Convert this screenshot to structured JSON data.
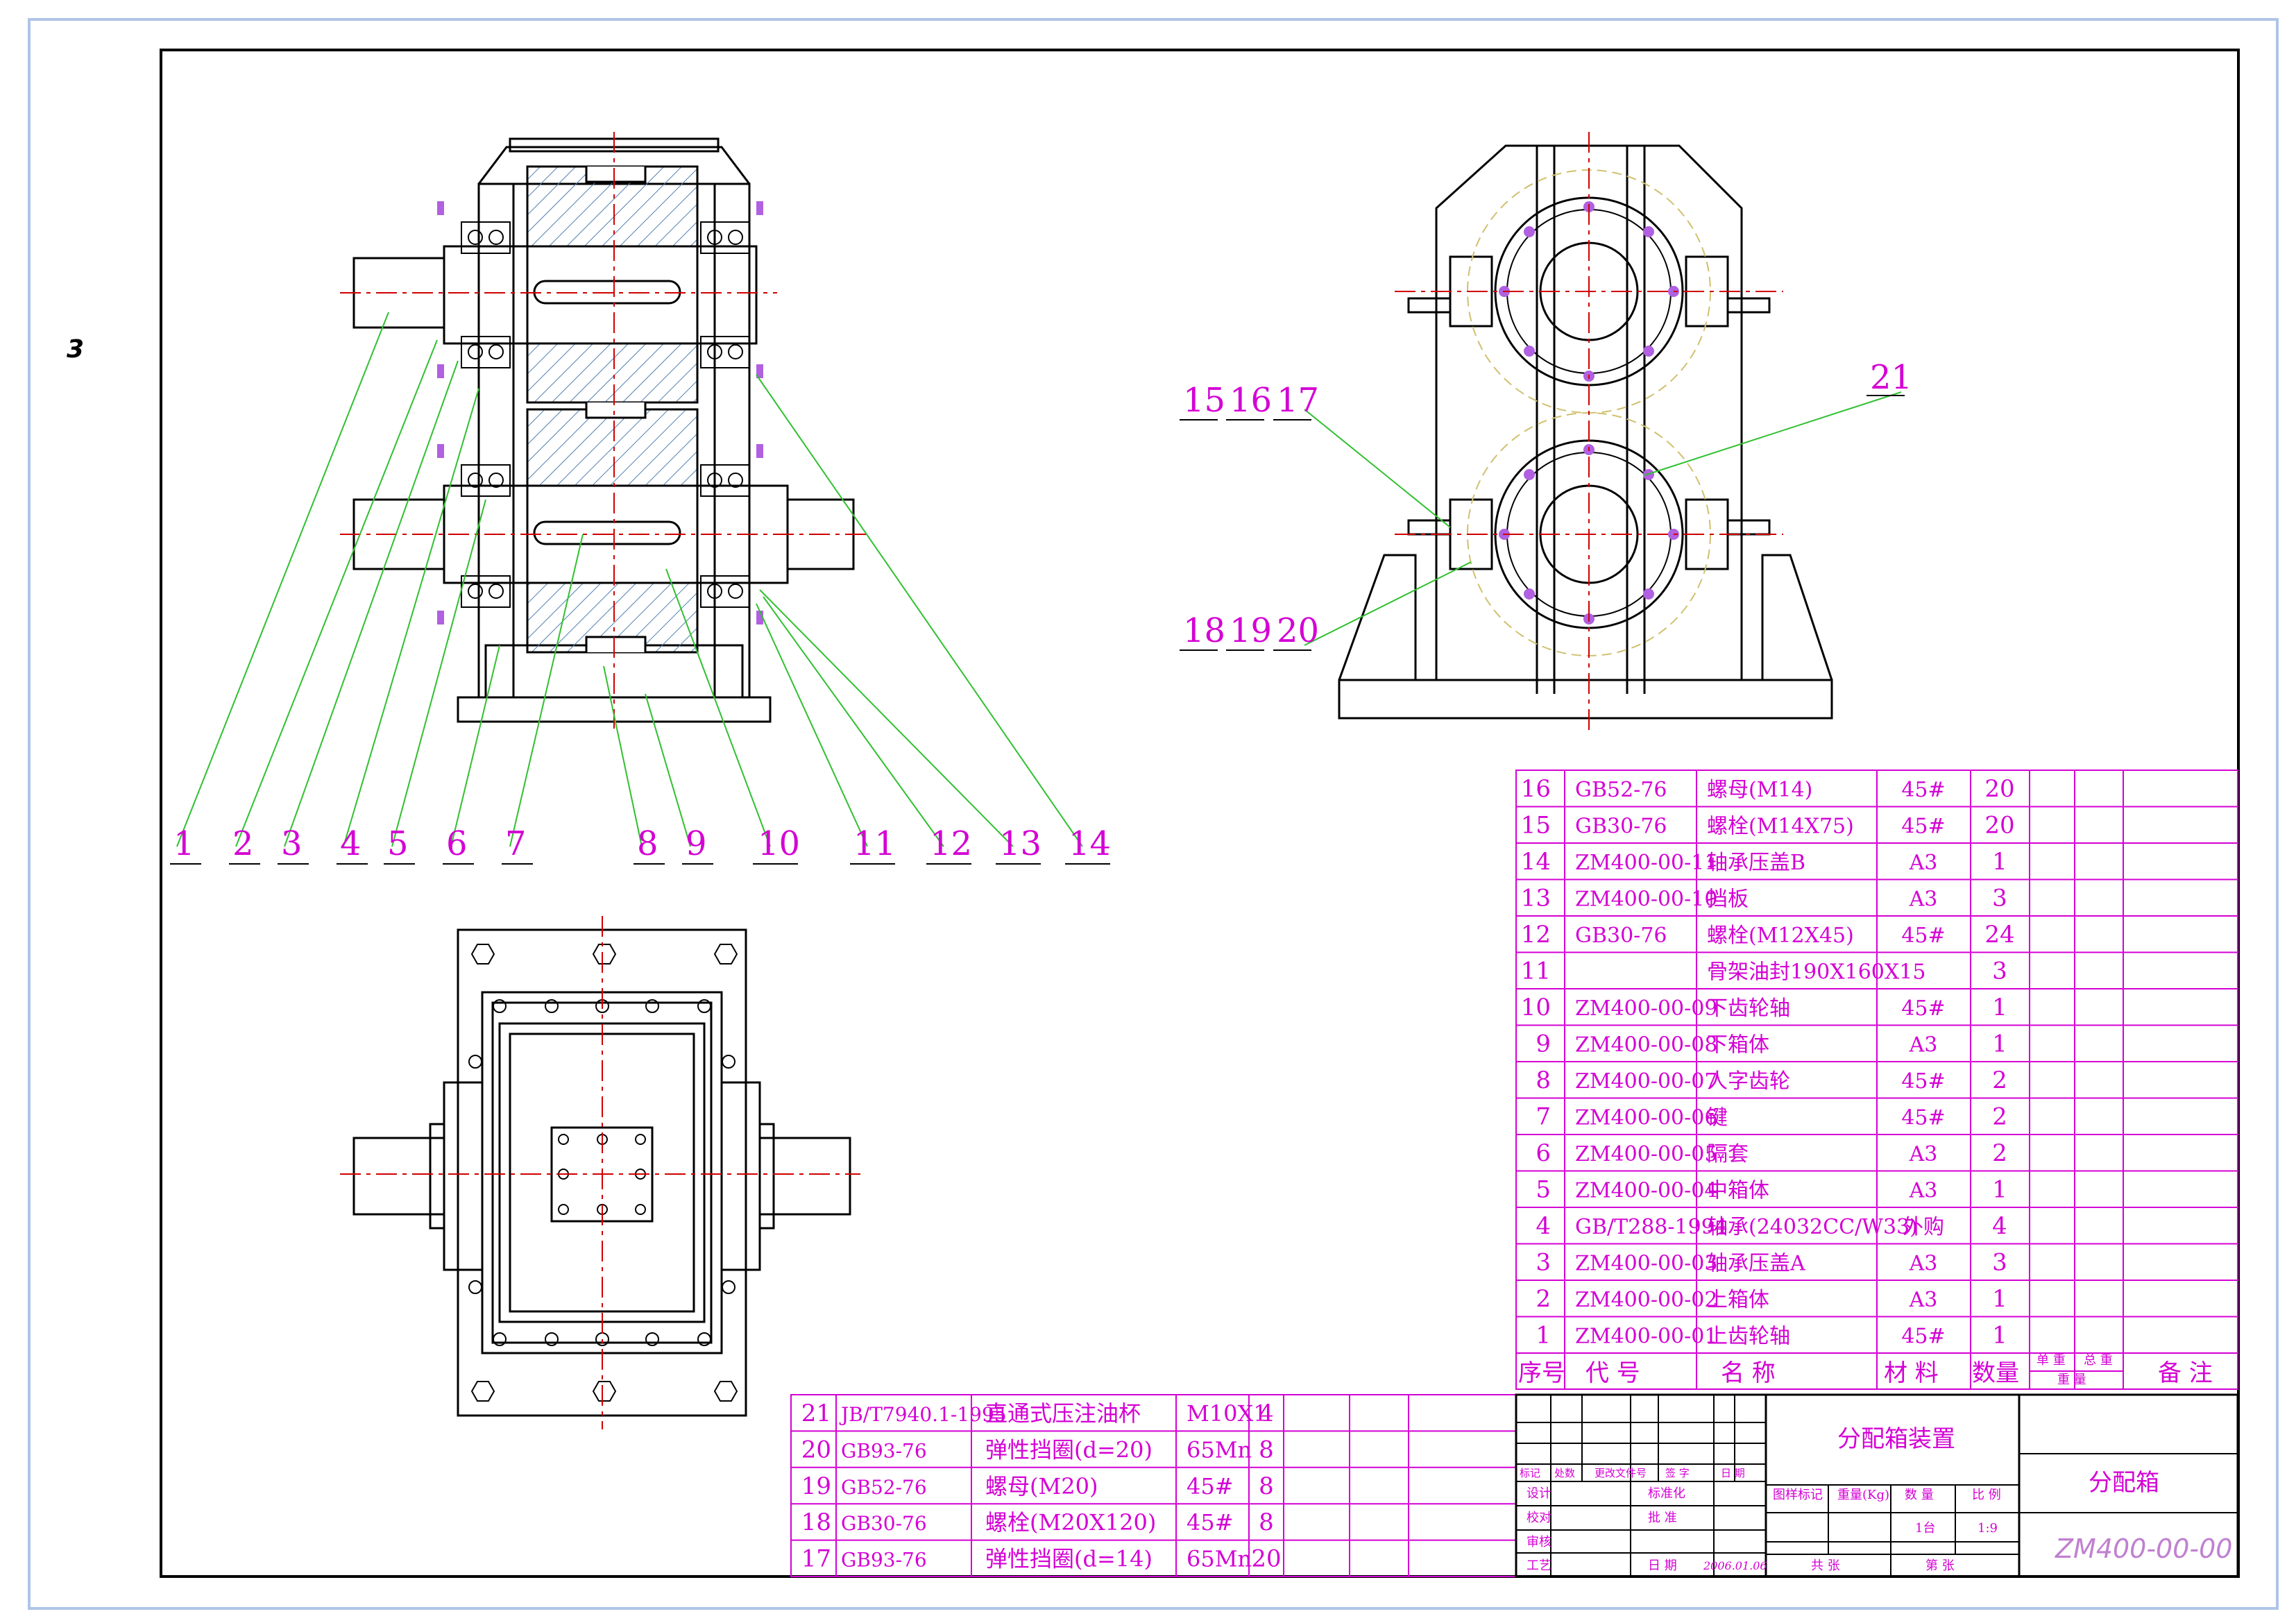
{
  "page_marker": "3",
  "callouts": {
    "front": [
      "1",
      "2",
      "3",
      "4",
      "5",
      "6",
      "7",
      "8",
      "9",
      "10",
      "11",
      "12",
      "13",
      "14"
    ],
    "side_upper": [
      "15",
      "16",
      "17"
    ],
    "side_lower": [
      "18",
      "19",
      "20"
    ],
    "side_right": "21"
  },
  "bom_top": {
    "rows": [
      {
        "no": "16",
        "code": "GB52-76",
        "name": "螺母(M14)",
        "mat": "45#",
        "qty": "20"
      },
      {
        "no": "15",
        "code": "GB30-76",
        "name": "螺栓(M14X75)",
        "mat": "45#",
        "qty": "20"
      },
      {
        "no": "14",
        "code": "ZM400-00-11",
        "name": "轴承压盖B",
        "mat": "A3",
        "qty": "1"
      },
      {
        "no": "13",
        "code": "ZM400-00-10",
        "name": "挡板",
        "mat": "A3",
        "qty": "3"
      },
      {
        "no": "12",
        "code": "GB30-76",
        "name": "螺栓(M12X45)",
        "mat": "45#",
        "qty": "24"
      },
      {
        "no": "11",
        "code": "",
        "name": "骨架油封190X160X15",
        "mat": "",
        "qty": "3"
      },
      {
        "no": "10",
        "code": "ZM400-00-09",
        "name": "下齿轮轴",
        "mat": "45#",
        "qty": "1"
      },
      {
        "no": "9",
        "code": "ZM400-00-08",
        "name": "下箱体",
        "mat": "A3",
        "qty": "1"
      },
      {
        "no": "8",
        "code": "ZM400-00-07",
        "name": "人字齿轮",
        "mat": "45#",
        "qty": "2"
      },
      {
        "no": "7",
        "code": "ZM400-00-06",
        "name": "键",
        "mat": "45#",
        "qty": "2"
      },
      {
        "no": "6",
        "code": "ZM400-00-05",
        "name": "隔套",
        "mat": "A3",
        "qty": "2"
      },
      {
        "no": "5",
        "code": "ZM400-00-04",
        "name": "中箱体",
        "mat": "A3",
        "qty": "1"
      },
      {
        "no": "4",
        "code": "GB/T288-1994",
        "name": "轴承(24032CC/W33)",
        "mat": "外购",
        "qty": "4"
      },
      {
        "no": "3",
        "code": "ZM400-00-03",
        "name": "轴承压盖A",
        "mat": "A3",
        "qty": "3"
      },
      {
        "no": "2",
        "code": "ZM400-00-02",
        "name": "上箱体",
        "mat": "A3",
        "qty": "1"
      },
      {
        "no": "1",
        "code": "ZM400-00-01",
        "name": "上齿轮轴",
        "mat": "45#",
        "qty": "1"
      }
    ],
    "header": {
      "no": "序号",
      "code": "代  号",
      "name": "名    称",
      "mat": "材 料",
      "qty": "数量",
      "unit_w": "单 重",
      "total_w": "总 重",
      "weight": "重  量",
      "remark": "备  注"
    }
  },
  "bom_bottom": {
    "rows": [
      {
        "no": "21",
        "code": "JB/T7940.1-1995",
        "name": "直通式压注油杯",
        "mat": "M10X1",
        "qty": "4"
      },
      {
        "no": "20",
        "code": "GB93-76",
        "name": "弹性挡圈(d=20)",
        "mat": "65Mn",
        "qty": "8"
      },
      {
        "no": "19",
        "code": "GB52-76",
        "name": "螺母(M20)",
        "mat": "45#",
        "qty": "8"
      },
      {
        "no": "18",
        "code": "GB30-76",
        "name": "螺栓(M20X120)",
        "mat": "45#",
        "qty": "8"
      },
      {
        "no": "17",
        "code": "GB93-76",
        "name": "弹性挡圈(d=14)",
        "mat": "65Mn",
        "qty": "20"
      }
    ]
  },
  "title_block": {
    "assembly_name": "分配箱装置",
    "part_name": "分配箱",
    "drawing_no": "ZM400-00-00",
    "rev_headers": [
      "标记",
      "处数",
      "更改文件号",
      "签  字",
      "日 期"
    ],
    "roles": [
      "设计",
      "校对",
      "审核",
      "工艺"
    ],
    "std": "标准化",
    "approve": "批 准",
    "date_label": "日 期",
    "date": "2006.01.06",
    "info_headers": [
      "图样标记",
      "重量(Kg)",
      "数 量",
      "比 例"
    ],
    "quantity": "1台",
    "scale": "1:9",
    "sheets_total": "共  张",
    "sheet_no": "第  张"
  }
}
